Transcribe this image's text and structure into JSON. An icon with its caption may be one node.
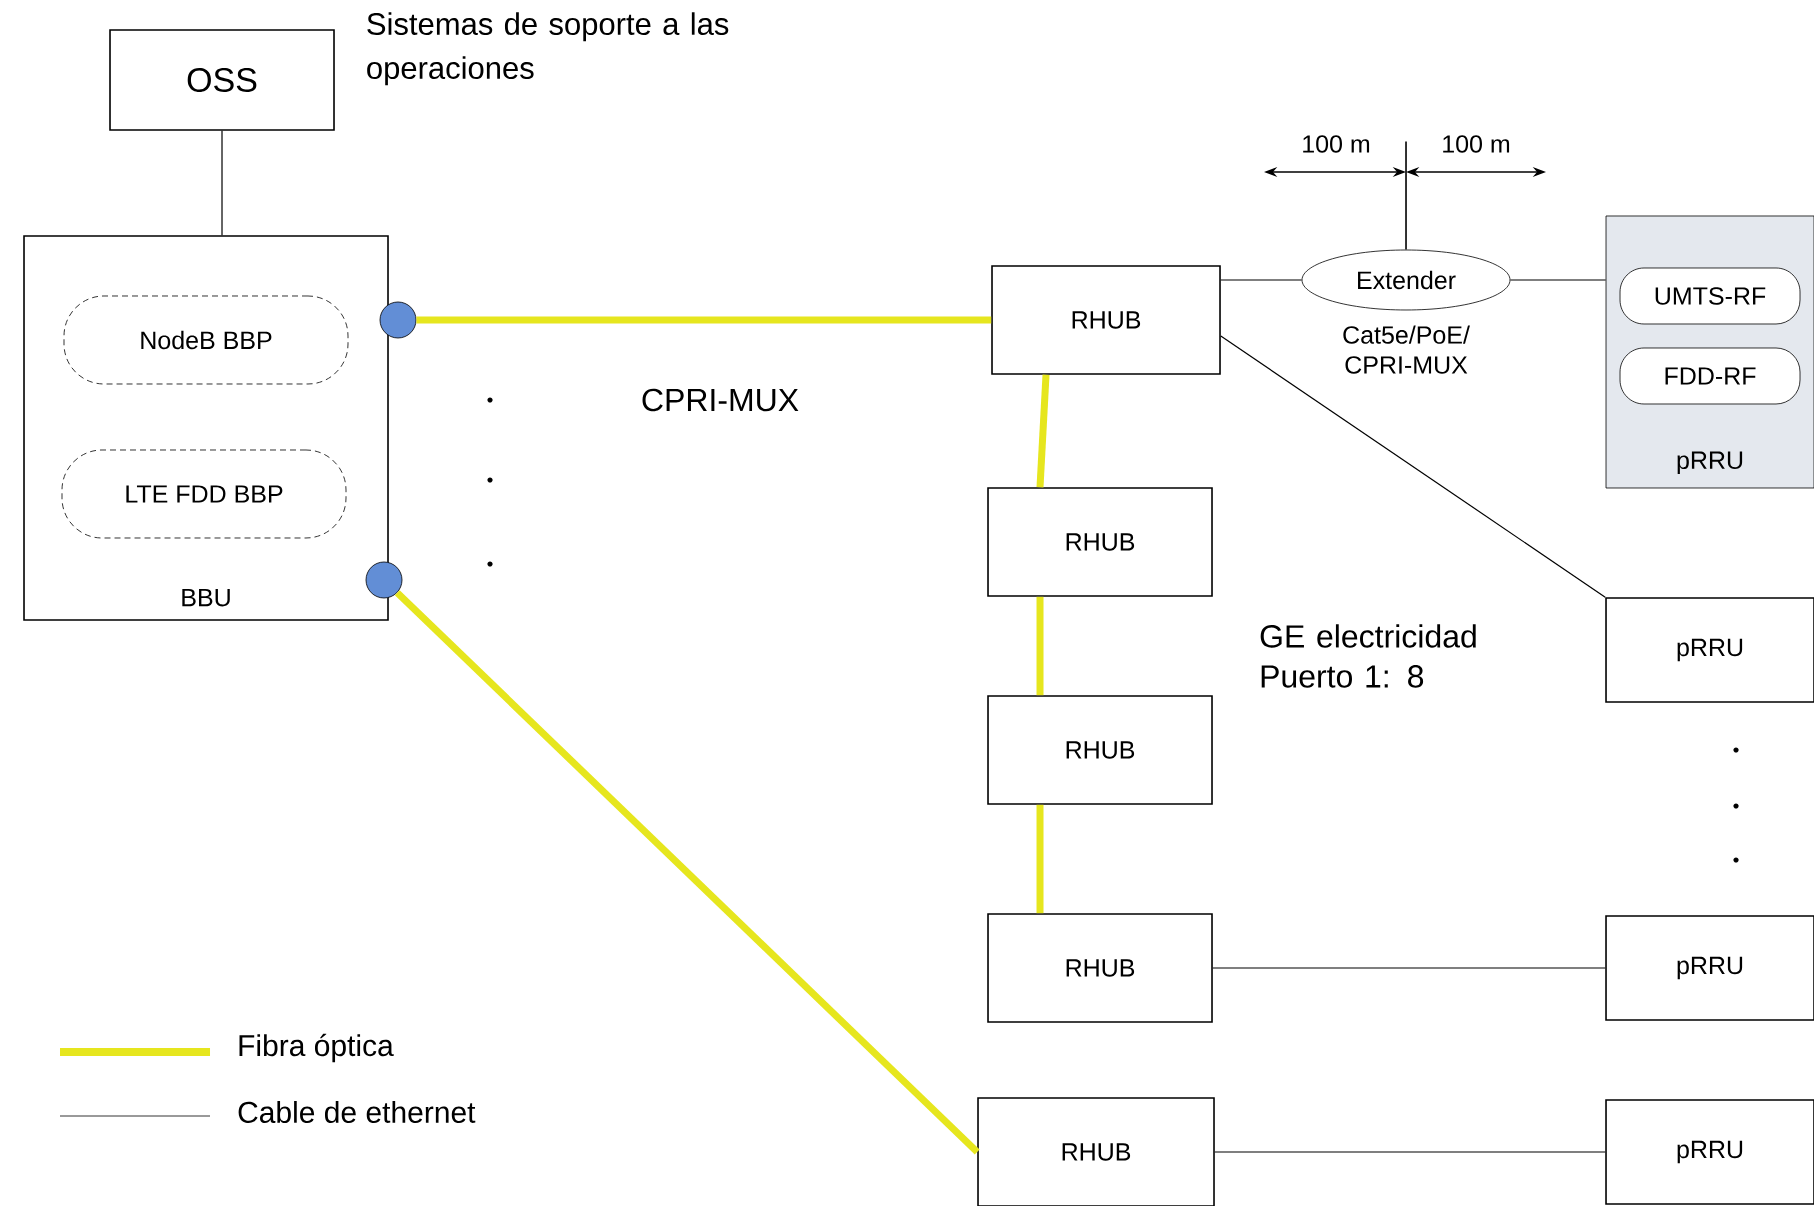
{
  "diagram": {
    "nodes": [
      {
        "text": [
          "OSS"
        ],
        "beside": [
          "Sistemas de soporte a las operaciones"
        ]
      },
      {
        "text": [
          "BBU"
        ]
      },
      {
        "text": [
          "NodeB BBP"
        ],
        "in": 1
      },
      {
        "text": [
          "LTE FDD BBP"
        ],
        "in": 1
      },
      {
        "text": [],
        "shape": "circle"
      },
      {
        "text": [],
        "shape": "circle"
      },
      {
        "text": [
          "RHUB"
        ]
      },
      {
        "text": [
          "Extender"
        ],
        "beside": [
          "Cat5e/PoE/ CPRI-MUX"
        ]
      },
      {
        "text": [
          "pRRU"
        ]
      },
      {
        "text": [
          "UMTS-RF"
        ],
        "in": 8
      },
      {
        "text": [
          "FDD-RF"
        ],
        "in": 8
      },
      {
        "text": [
          "RHUB"
        ]
      },
      {
        "text": [
          "pRRU"
        ]
      },
      {
        "text": [
          "RHUB"
        ]
      },
      {
        "text": [
          "RHUB"
        ]
      },
      {
        "text": [
          "pRRU"
        ]
      },
      {
        "text": [
          "RHUB"
        ]
      },
      {
        "text": [
          "pRRU"
        ]
      }
    ],
    "edges": [
      {
        "from": 0,
        "to": 1,
        "arrow": "none"
      },
      {
        "from": 4,
        "to": 6,
        "arrow": "none",
        "style": "thick",
        "color": "#e6e61e"
      },
      {
        "from": 6,
        "to": 11,
        "arrow": "none",
        "style": "thick",
        "color": "#e6e61e"
      },
      {
        "from": 11,
        "to": 13,
        "arrow": "none",
        "style": "thick",
        "color": "#e6e61e"
      },
      {
        "from": 13,
        "to": 14,
        "arrow": "none",
        "style": "thick",
        "color": "#e6e61e"
      },
      {
        "from": 5,
        "to": 16,
        "arrow": "none",
        "style": "thick",
        "color": "#e6e61e"
      },
      {
        "from": 6,
        "to": 7,
        "arrow": "none"
      },
      {
        "from": 7,
        "to": 8,
        "arrow": "none"
      },
      {
        "from": 6,
        "to": 12,
        "arrow": "none"
      },
      {
        "from": 14,
        "to": 15,
        "arrow": "none"
      },
      {
        "from": 16,
        "to": 17,
        "arrow": "none"
      }
    ],
    "labels": [
      "100 m",
      "100 m",
      "CPRI-MUX",
      "GE electricidad Puerto 1: 8"
    ],
    "legend": [
      {
        "text": "Fibra óptica"
      },
      {
        "text": "Cable de ethernet"
      }
    ]
  }
}
